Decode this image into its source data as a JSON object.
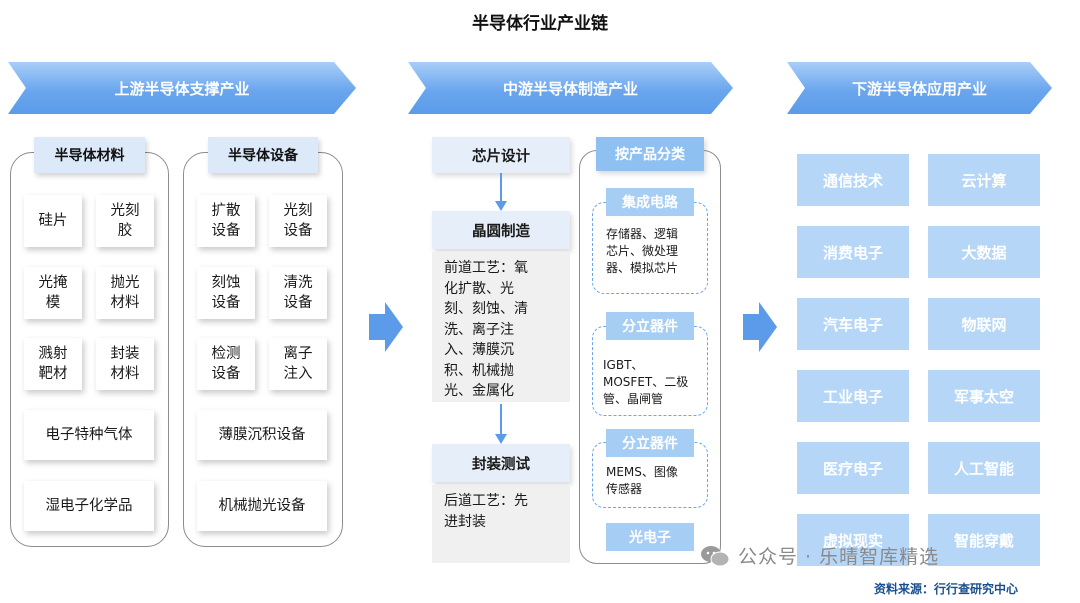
{
  "title": "半导体行业产业链",
  "banners": {
    "upstream": "上游半导体支撑产业",
    "midstream": "中游半导体制造产业",
    "downstream": "下游半导体应用产业"
  },
  "upstream": {
    "materials": {
      "header": "半导体材料",
      "items": [
        "硅片",
        "光刻\n胶",
        "光掩\n模",
        "抛光\n材料",
        "溅射\n靶材",
        "封装\n材料",
        "电子特种气体",
        "湿电子化学品"
      ]
    },
    "equipment": {
      "header": "半导体设备",
      "items": [
        "扩散\n设备",
        "光刻\n设备",
        "刻蚀\n设备",
        "清洗\n设备",
        "检测\n设备",
        "离子\n注入",
        "薄膜沉积设备",
        "机械抛光设备"
      ]
    }
  },
  "midstream": {
    "process": [
      {
        "label": "芯片设计"
      },
      {
        "label": "晶圆制造",
        "desc": "前道工艺：氧\n化扩散、光\n刻、刻蚀、清\n洗、离子注\n入、薄膜沉\n积、机械抛\n光、金属化"
      },
      {
        "label": "封装测试",
        "desc": "后道工艺：先\n进封装"
      }
    ],
    "products": {
      "header": "按产品分类",
      "categories": [
        {
          "label": "集成电路",
          "desc": "存储器、逻辑\n芯片、微处理\n器、模拟芯片"
        },
        {
          "label": "分立器件",
          "desc": "IGBT、\nMOSFET、二极\n管、晶闸管"
        },
        {
          "label": "分立器件",
          "desc": "MEMS、图像\n传感器"
        },
        {
          "label": "光电子"
        }
      ]
    }
  },
  "downstream": {
    "items": [
      "通信技术",
      "云计算",
      "消费电子",
      "大数据",
      "汽车电子",
      "物联网",
      "工业电子",
      "军事太空",
      "医疗电子",
      "人工智能",
      "虚拟现实",
      "智能穿戴"
    ]
  },
  "watermark": "公众号 · 乐晴智库精选",
  "source": "资料来源：行行查研究中心",
  "colors": {
    "banner": "#6aa6ee",
    "header_light": "#dbe9f8",
    "header_blue": "#8fc0f2",
    "tile": "#b5d6f7",
    "source": "#1a4f8f"
  }
}
